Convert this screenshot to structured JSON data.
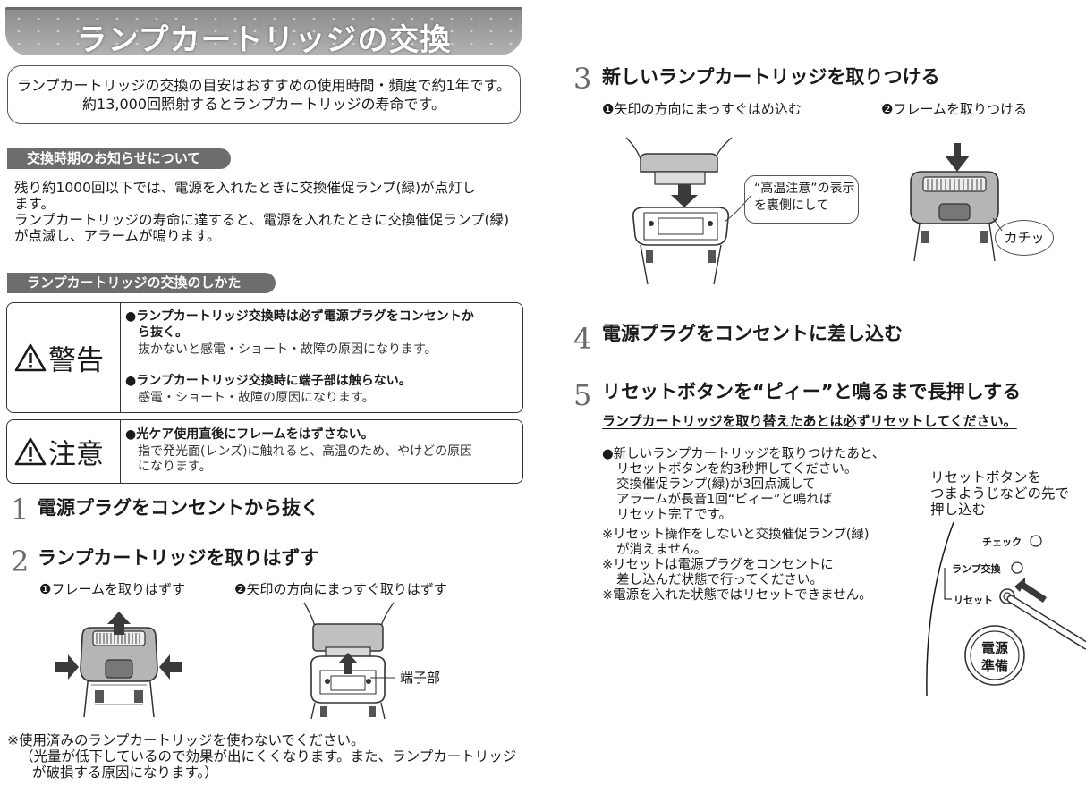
{
  "title": "ランプカートリッジの交換",
  "notice": {
    "line1": "ランプカートリッジの交換の目安はおすすめの使用時間・頻度で約1年です。",
    "line2": "約13,000回照射するとランプカートリッジの寿命です。"
  },
  "section_notify": {
    "heading": "交換時期のお知らせについて",
    "para1_line1": "残り約1000回以下では、電源を入れたときに交換催促ランプ(緑)が点灯し",
    "para1_line2": "ます。",
    "para2_line1": "ランプカートリッジの寿命に達すると、電源を入れたときに交換催促ランプ(緑)",
    "para2_line2": "が点滅し、アラームが鳴ります。"
  },
  "section_howto": {
    "heading": "ランプカートリッジの交換のしかた"
  },
  "warning": {
    "label": "警告",
    "item1_bold_line1": "●ランプカートリッジ交換時は必ず電源プラグをコンセントか",
    "item1_bold_line2": "ら抜く。",
    "item1_text": "抜かないと感電・ショート・故障の原因になります。",
    "item2_bold": "●ランプカートリッジ交換時に端子部は触らない。",
    "item2_text": "感電・ショート・故障の原因になります。"
  },
  "caution": {
    "label": "注意",
    "item_bold": "●光ケア使用直後にフレームをはずさない。",
    "item_text_line1": "指で発光面(レンズ)に触れると、高温のため、やけどの原因",
    "item_text_line2": "になります。"
  },
  "steps": [
    {
      "num": "1",
      "title": "電源プラグをコンセントから抜く"
    },
    {
      "num": "2",
      "title": "ランプカートリッジを取りはずす",
      "sub1_mark": "❶",
      "sub1": "フレームを取りはずす",
      "sub2_mark": "❷",
      "sub2": "矢印の方向にまっすぐ取りはずす",
      "callout_terminal": "端子部"
    },
    {
      "num": "3",
      "title": "新しいランプカートリッジを取りつける",
      "sub1_mark": "❶",
      "sub1": "矢印の方向にまっすぐはめ込む",
      "sub2_mark": "❷",
      "sub2": "フレームを取りつける",
      "callout_line1": "“高温注意”の表示",
      "callout_line2": "を裏側にして",
      "click": "カチッ"
    },
    {
      "num": "4",
      "title": "電源プラグをコンセントに差し込む"
    },
    {
      "num": "5",
      "title": "リセットボタンを“ピィー”と鳴るまで長押しする",
      "underline": "ランプカートリッジを取り替えたあとは必ずリセットしてください。"
    }
  ],
  "reset_instructions": {
    "b1": "●新しいランプカートリッジを取りつけたあと、",
    "b2": "リセットボタンを約3秒押してください。",
    "b3": "交換催促ランプ(緑)が3回点滅して",
    "b4": "アラームが長音1回“ピィー”と鳴れば",
    "b5": "リセット完了です。",
    "n1a": "※リセット操作をしないと交換催促ランプ(緑)",
    "n1b": "が消えません。",
    "n2a": "※リセットは電源プラグをコンセントに",
    "n2b": "差し込んだ状態で行ってください。",
    "n3": "※電源を入れた状態ではリセットできません。"
  },
  "reset_diagram": {
    "note_line1": "リセットボタンを",
    "note_line2": "つまようじなどの先で",
    "note_line3": "押し込む",
    "check": "チェック",
    "lamp_change": "ランプ交換",
    "reset": "リセット",
    "power_line1": "電源",
    "power_line2": "準備"
  },
  "bottom_note": {
    "line1": "※使用済みのランプカートリッジを使わないでください。",
    "line2": "（光量が低下しているので効果が出にくくなります。また、ランプカートリッジ",
    "line3": "が破損する原因になります。）"
  }
}
